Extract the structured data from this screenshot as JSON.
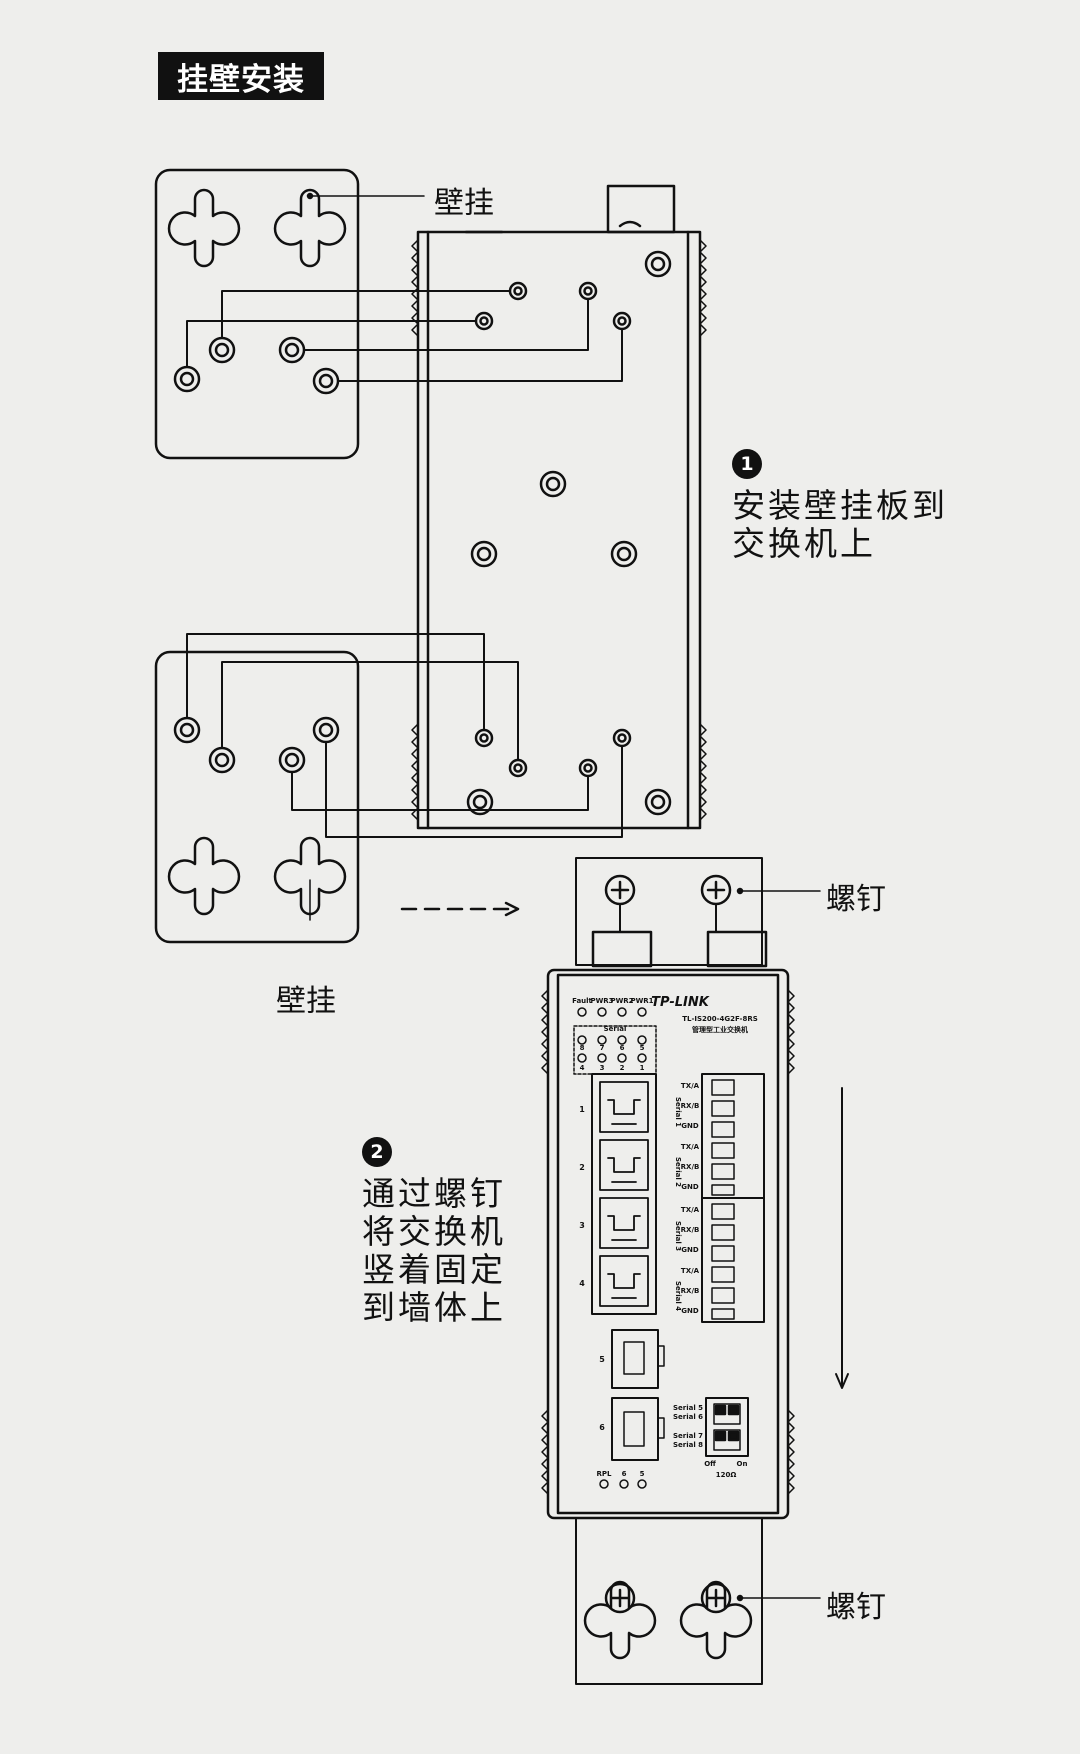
{
  "title": "挂壁安装",
  "labels": {
    "wall_hook_top": "壁挂",
    "wall_hook_bottom": "壁挂",
    "screw_top": "螺钉",
    "screw_bottom": "螺钉"
  },
  "step1": {
    "num": "1",
    "lines": [
      "安装壁挂板到",
      "交换机上"
    ]
  },
  "step2": {
    "num": "2",
    "lines": [
      "通过螺钉",
      "将交换机",
      "竖着固定",
      "到墙体上"
    ]
  },
  "device": {
    "brand": "TP-LINK",
    "model": "TL-IS200-4G2F-8RS",
    "subtitle": "管理型工业交换机",
    "leds_top": [
      "Fault",
      "PWR3",
      "PWR2",
      "PWR1"
    ],
    "serial_label": "Serial",
    "serial_leds_top": [
      "8",
      "7",
      "6",
      "5"
    ],
    "serial_leds_bottom": [
      "4",
      "3",
      "2",
      "1"
    ],
    "rj45_ports": [
      "1",
      "2",
      "3",
      "4"
    ],
    "sfp_ports": [
      "5",
      "6"
    ],
    "terminal_pins": [
      "TX/A",
      "RX/B",
      "GND"
    ],
    "serial_groups": [
      "Serial 1",
      "Serial 2",
      "Serial 3",
      "Serial 4"
    ],
    "dip_labels": [
      "Serial 5",
      "Serial 6",
      "Serial 7",
      "Serial 8"
    ],
    "dip_off": "Off",
    "dip_on": "On",
    "dip_value": "120Ω",
    "leds_bottom": [
      "RPL",
      "6",
      "5"
    ]
  }
}
